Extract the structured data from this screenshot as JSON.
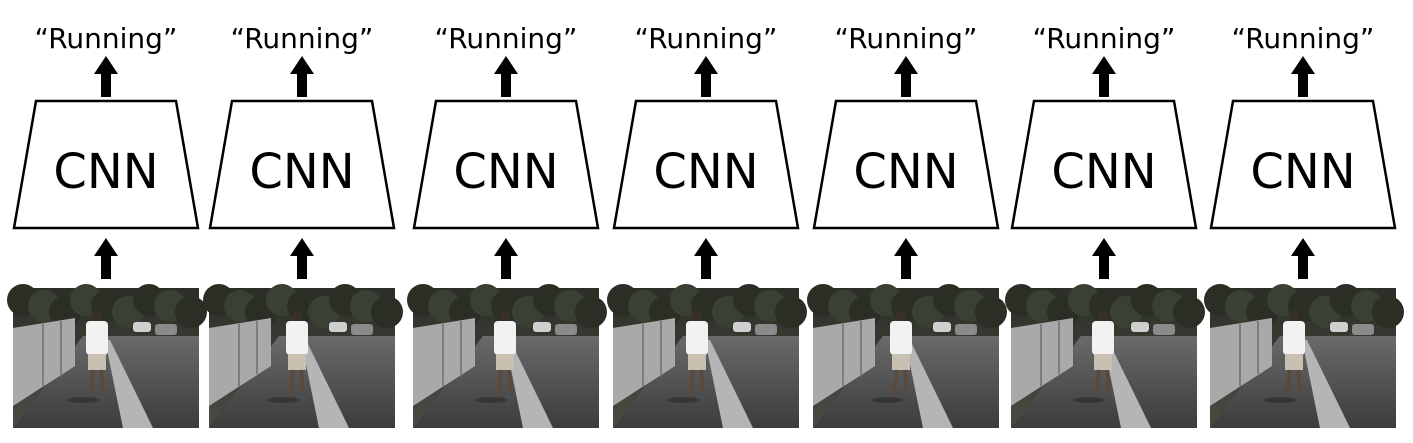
{
  "frames": [
    {
      "label": "“Running”",
      "module": "CNN"
    },
    {
      "label": "“Running”",
      "module": "CNN"
    },
    {
      "label": "“Running”",
      "module": "CNN"
    },
    {
      "label": "“Running”",
      "module": "CNN"
    },
    {
      "label": "“Running”",
      "module": "CNN"
    },
    {
      "label": "“Running”",
      "module": "CNN"
    },
    {
      "label": "“Running”",
      "module": "CNN"
    }
  ]
}
